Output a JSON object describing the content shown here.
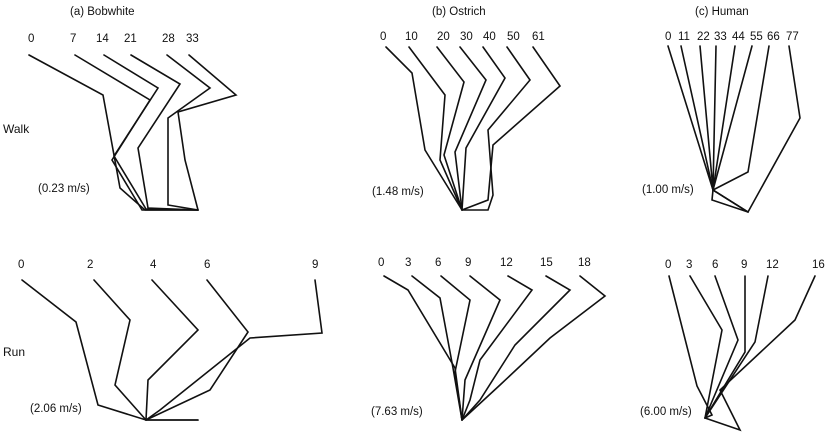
{
  "panels": [
    {
      "key": "bobwhite",
      "title": "(a) Bobwhite"
    },
    {
      "key": "ostrich",
      "title": "(b) Ostrich"
    },
    {
      "key": "human",
      "title": "(c) Human"
    }
  ],
  "rows": [
    {
      "key": "walk",
      "label": "Walk"
    },
    {
      "key": "run",
      "label": "Run"
    }
  ],
  "cells": [
    {
      "panel": "bobwhite",
      "row": "walk",
      "speed": "(0.23 m/s)",
      "times": [
        "0",
        "7",
        "14",
        "21",
        "28",
        "33"
      ]
    },
    {
      "panel": "ostrich",
      "row": "walk",
      "speed": "(1.48 m/s)",
      "times": [
        "0",
        "10",
        "20",
        "30",
        "40",
        "50",
        "61"
      ]
    },
    {
      "panel": "human",
      "row": "walk",
      "speed": "(1.00 m/s)",
      "times": [
        "0",
        "11",
        "22",
        "33",
        "44",
        "55",
        "66",
        "77"
      ]
    },
    {
      "panel": "bobwhite",
      "row": "run",
      "speed": "(2.06 m/s)",
      "times": [
        "0",
        "2",
        "4",
        "6",
        "9"
      ]
    },
    {
      "panel": "ostrich",
      "row": "run",
      "speed": "(7.63 m/s)",
      "times": [
        "0",
        "3",
        "6",
        "9",
        "12",
        "15",
        "18"
      ]
    },
    {
      "panel": "human",
      "row": "run",
      "speed": "(6.00 m/s)",
      "times": [
        "0",
        "3",
        "6",
        "9",
        "12",
        "16"
      ]
    }
  ]
}
